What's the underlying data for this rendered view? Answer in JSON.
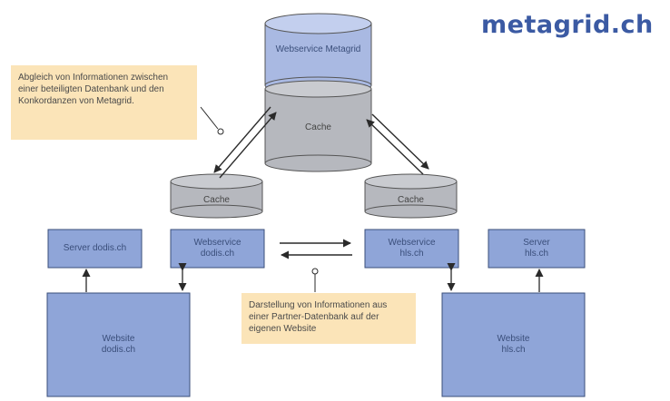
{
  "brand": "metagrid.ch",
  "notes": {
    "top": "Abgleich von Informationen zwischen einer beteiligten Datenbank und den Konkordanzen von Metagrid.",
    "bottom": "Darstellung von Informationen aus einer Partner-Datenbank auf der eigenen Website"
  },
  "nodes": {
    "metagrid_service": "Webservice Metagrid",
    "cache_central": "Cache",
    "cache_left": "Cache",
    "cache_right": "Cache",
    "server_dodis": "Server dodis.ch",
    "service_dodis": "Webservice dodis.ch",
    "service_hls": "Webservice hls.ch",
    "server_hls": "Server hls.ch",
    "website_dodis": "Website dodis.ch",
    "website_hls": "Website hls.ch"
  },
  "colors": {
    "blue_fill": "#8fa5d8",
    "blue_cylinder": "#a9b9e2",
    "gray_fill": "#b6b8be",
    "note_fill": "#fbe4b8",
    "line": "#2a2a2a"
  }
}
